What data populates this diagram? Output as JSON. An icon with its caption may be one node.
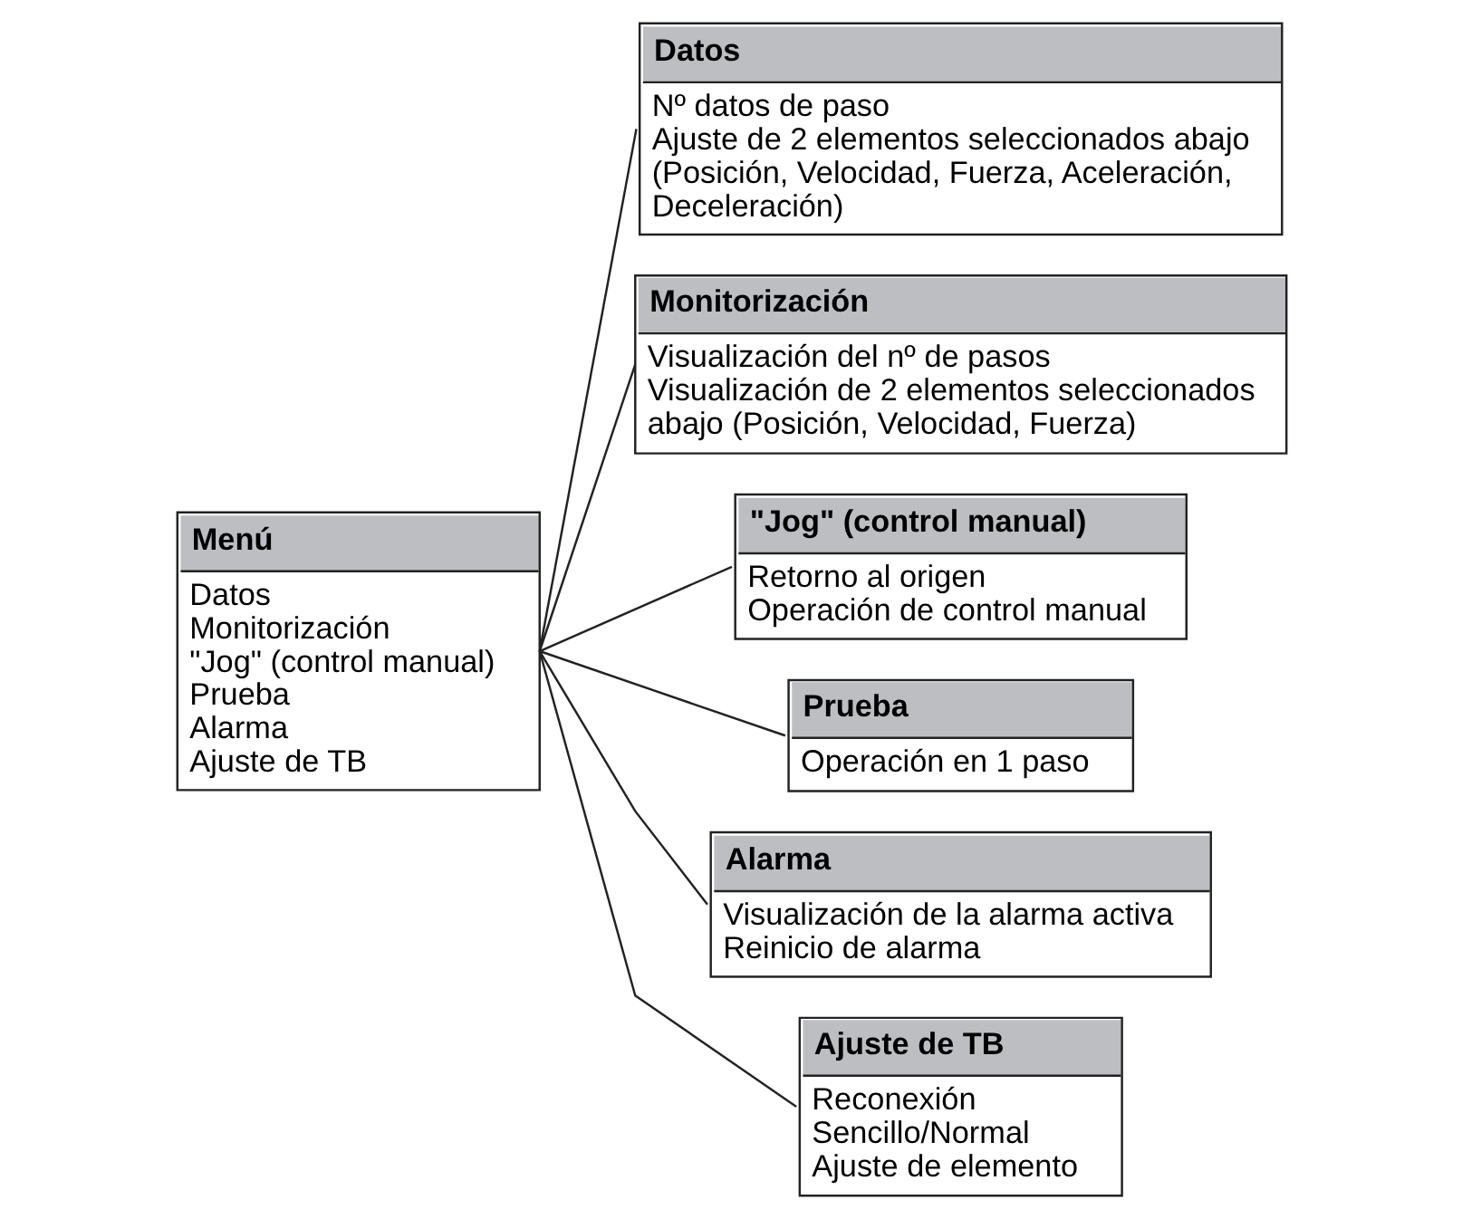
{
  "diagram": {
    "nodes": [
      {
        "text": [
          "Menú",
          "Datos",
          "Monitorización",
          "\"Jog\" (control manual)",
          "Prueba",
          "Alarma",
          "Ajuste de TB"
        ]
      },
      {
        "text": [
          "Datos",
          "Nº datos de paso",
          "Ajuste de 2 elementos seleccionados abajo (Posición, Velocidad, Fuerza, Aceleración, Deceleración)"
        ]
      },
      {
        "text": [
          "Monitorización",
          "Visualización del nº de pasos",
          "Visualización de 2 elementos seleccionados abajo (Posición, Velocidad, Fuerza)"
        ]
      },
      {
        "text": [
          "\"Jog\" (control manual)",
          "Retorno al origen",
          "Operación de control manual"
        ]
      },
      {
        "text": [
          "Prueba",
          "Operación en 1 paso"
        ]
      },
      {
        "text": [
          "Alarma",
          "Visualización de la alarma activa",
          "Reinicio de alarma"
        ]
      },
      {
        "text": [
          "Ajuste de TB",
          "Reconexión",
          "Sencillo/Normal",
          "Ajuste de elemento"
        ]
      }
    ],
    "edges": [
      {
        "from": 0,
        "to": 1,
        "arrow": "none"
      },
      {
        "from": 0,
        "to": 2,
        "arrow": "none"
      },
      {
        "from": 0,
        "to": 3,
        "arrow": "none"
      },
      {
        "from": 0,
        "to": 4,
        "arrow": "none"
      },
      {
        "from": 0,
        "to": 5,
        "arrow": "none"
      },
      {
        "from": 0,
        "to": 6,
        "arrow": "none"
      }
    ]
  }
}
